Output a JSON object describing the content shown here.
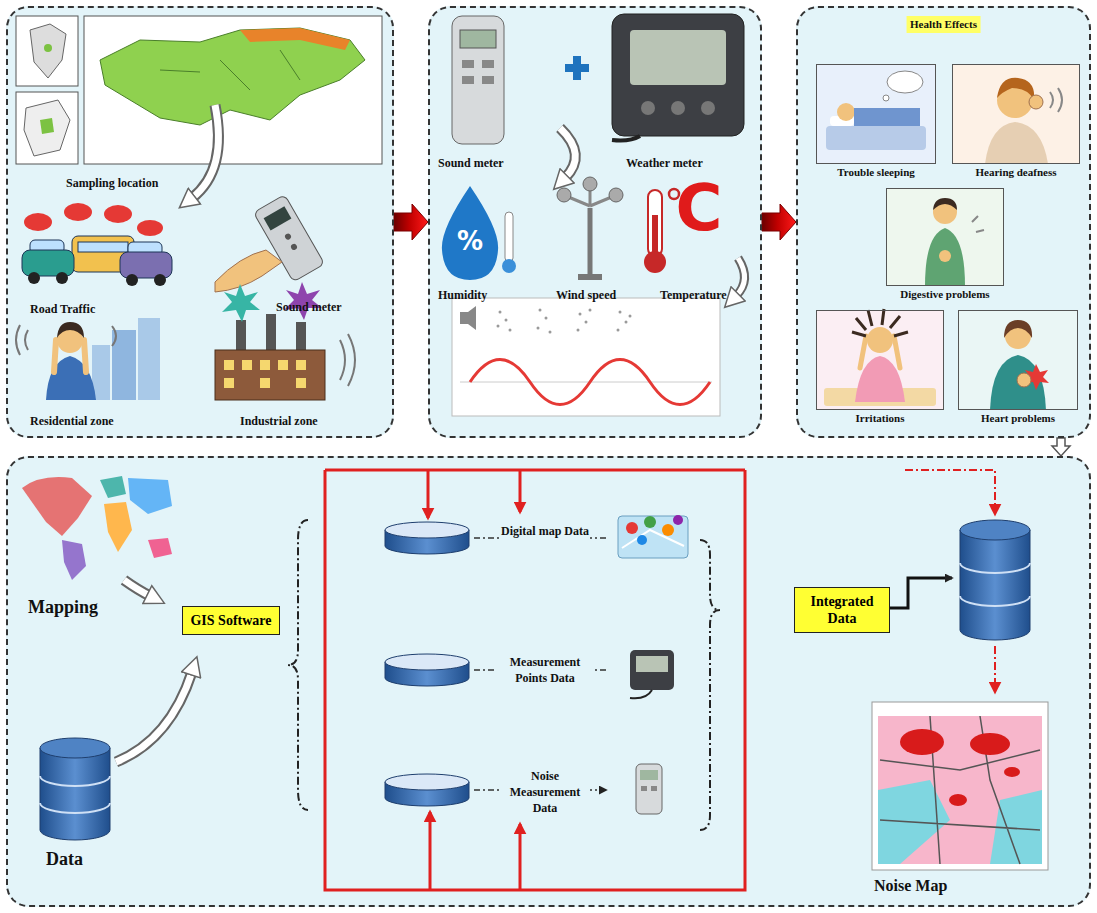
{
  "diagram": {
    "nodes": [
      {
        "text": [
          "Sampling location",
          "Road Traffic",
          "Sound meter",
          "Residential zone",
          "Industrial zone"
        ]
      },
      {
        "text": [
          "Sound meter",
          "Weather meter",
          "Humidity",
          "Wind speed",
          "Temperature"
        ]
      },
      {
        "text": [
          "Health Effects"
        ]
      },
      {
        "text": [
          "Trouble sleeping"
        ],
        "in": 2
      },
      {
        "text": [
          "Hearing deafness"
        ],
        "in": 2
      },
      {
        "text": [
          "Digestive problems"
        ],
        "in": 2
      },
      {
        "text": [
          "Irritations"
        ],
        "in": 2
      },
      {
        "text": [
          "Heart problems"
        ],
        "in": 2
      },
      {
        "text": [
          "Mapping",
          "Data",
          "Noise Map"
        ]
      },
      {
        "text": [
          "GIS Software"
        ],
        "in": 8
      },
      {
        "text": [
          "Integrated Data"
        ],
        "in": 8
      }
    ],
    "edges": [
      {
        "from": 0,
        "to": 1,
        "arrow": "to"
      },
      {
        "from": 1,
        "to": 2,
        "arrow": "to"
      },
      {
        "from": 2,
        "to": 8,
        "arrow": "to"
      }
    ],
    "labels": [
      "Digital map Data",
      "Measurement Points Data",
      "Noise Measurement Data",
      "%",
      "C"
    ]
  }
}
